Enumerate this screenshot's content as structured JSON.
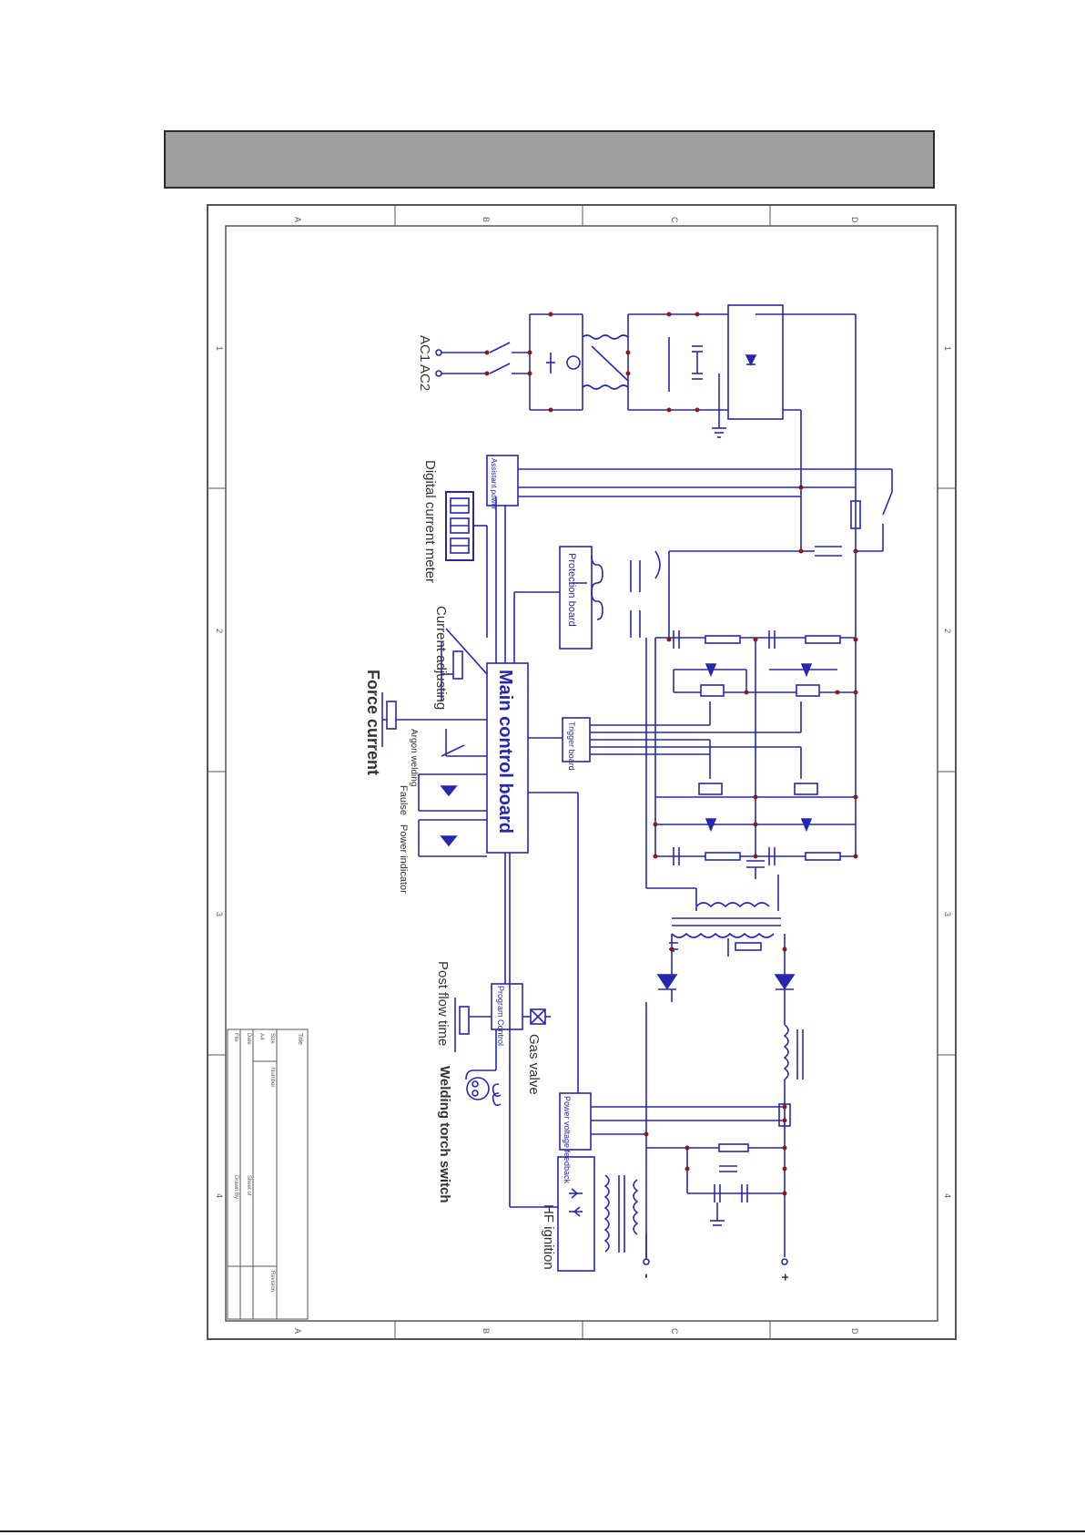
{
  "colors": {
    "wire": "#2626b0",
    "junction": "#8b1a1a",
    "frame": "#555555",
    "header": "#9e9e9e"
  },
  "frame": {
    "rows": [
      "A",
      "B",
      "C",
      "D"
    ],
    "cols": [
      "1",
      "2",
      "3",
      "4"
    ]
  },
  "labels": {
    "ac1": "AC1",
    "ac2": "AC2",
    "assistant_power": "Assistant power",
    "digital_meter": "Digital current meter",
    "protection_board": "Protection board",
    "main_control_board": "Main control board",
    "current_adjusting": "Current adjusting",
    "force_current": "Force current",
    "argon_welding": "Argon welding",
    "trigger_board": "Trigger board",
    "faults": "Faulse",
    "power_indicator": "Power indicator",
    "post_flow_time": "Post flow time",
    "program_control": "Program Control",
    "gas_valve": "Gas valve",
    "welding_torch_switch": "Welding torch switch",
    "power_voltage_feedback": "Power voltage feedback",
    "hf_ignition": "HF ignition",
    "output_plus": "+",
    "output_minus": "-"
  },
  "title_block": {
    "title": "Title",
    "size": "Size",
    "number": "Number",
    "revision": "Revision",
    "a4": "A4",
    "date": "Date",
    "file": "File",
    "sheet": "Sheet of",
    "drawn_by": "Drawn By"
  }
}
